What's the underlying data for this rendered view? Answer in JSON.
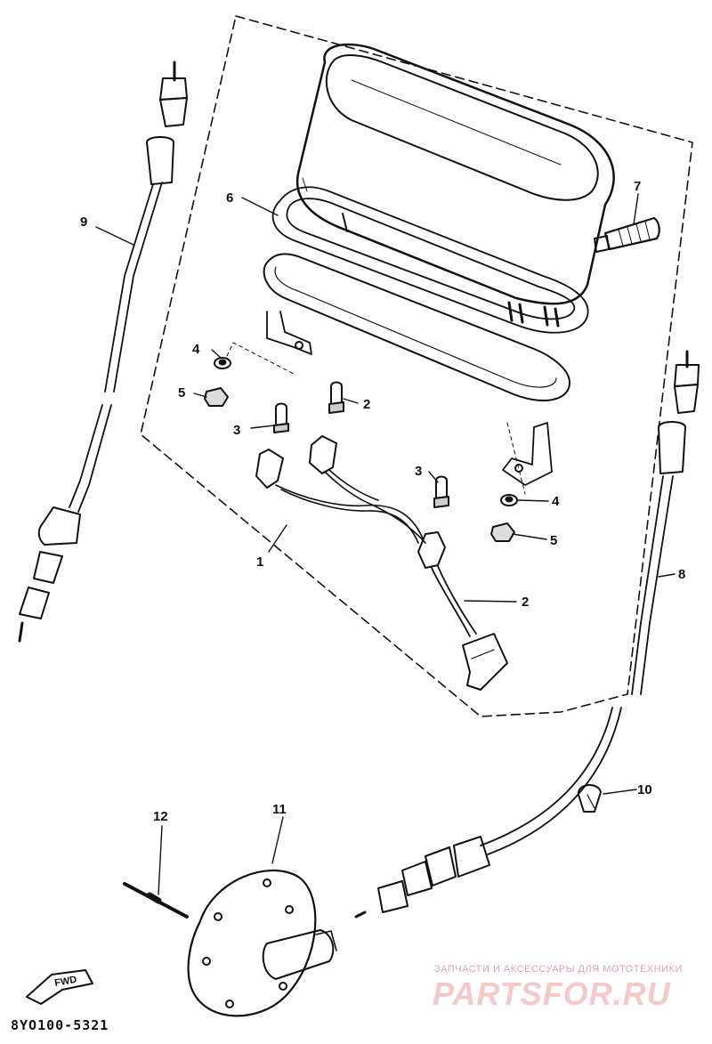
{
  "callouts": {
    "c1": "1",
    "c2a": "2",
    "c2b": "2",
    "c3a": "3",
    "c3b": "3",
    "c4a": "4",
    "c4b": "4",
    "c5a": "5",
    "c5b": "5",
    "c6": "6",
    "c7": "7",
    "c8": "8",
    "c9": "9",
    "c10": "10",
    "c11": "11",
    "c12": "12"
  },
  "fwd_label": "FWD",
  "drawing_code": "8YO100-5321",
  "watermark": {
    "subtitle": "ЗАПЧАСТИ И АКСЕССУАРЫ ДЛЯ МОТОТЕХНИКИ",
    "logo": "PARTSFOR.RU"
  },
  "colors": {
    "ink": "#111111",
    "watermark": "#f4c9c9"
  }
}
